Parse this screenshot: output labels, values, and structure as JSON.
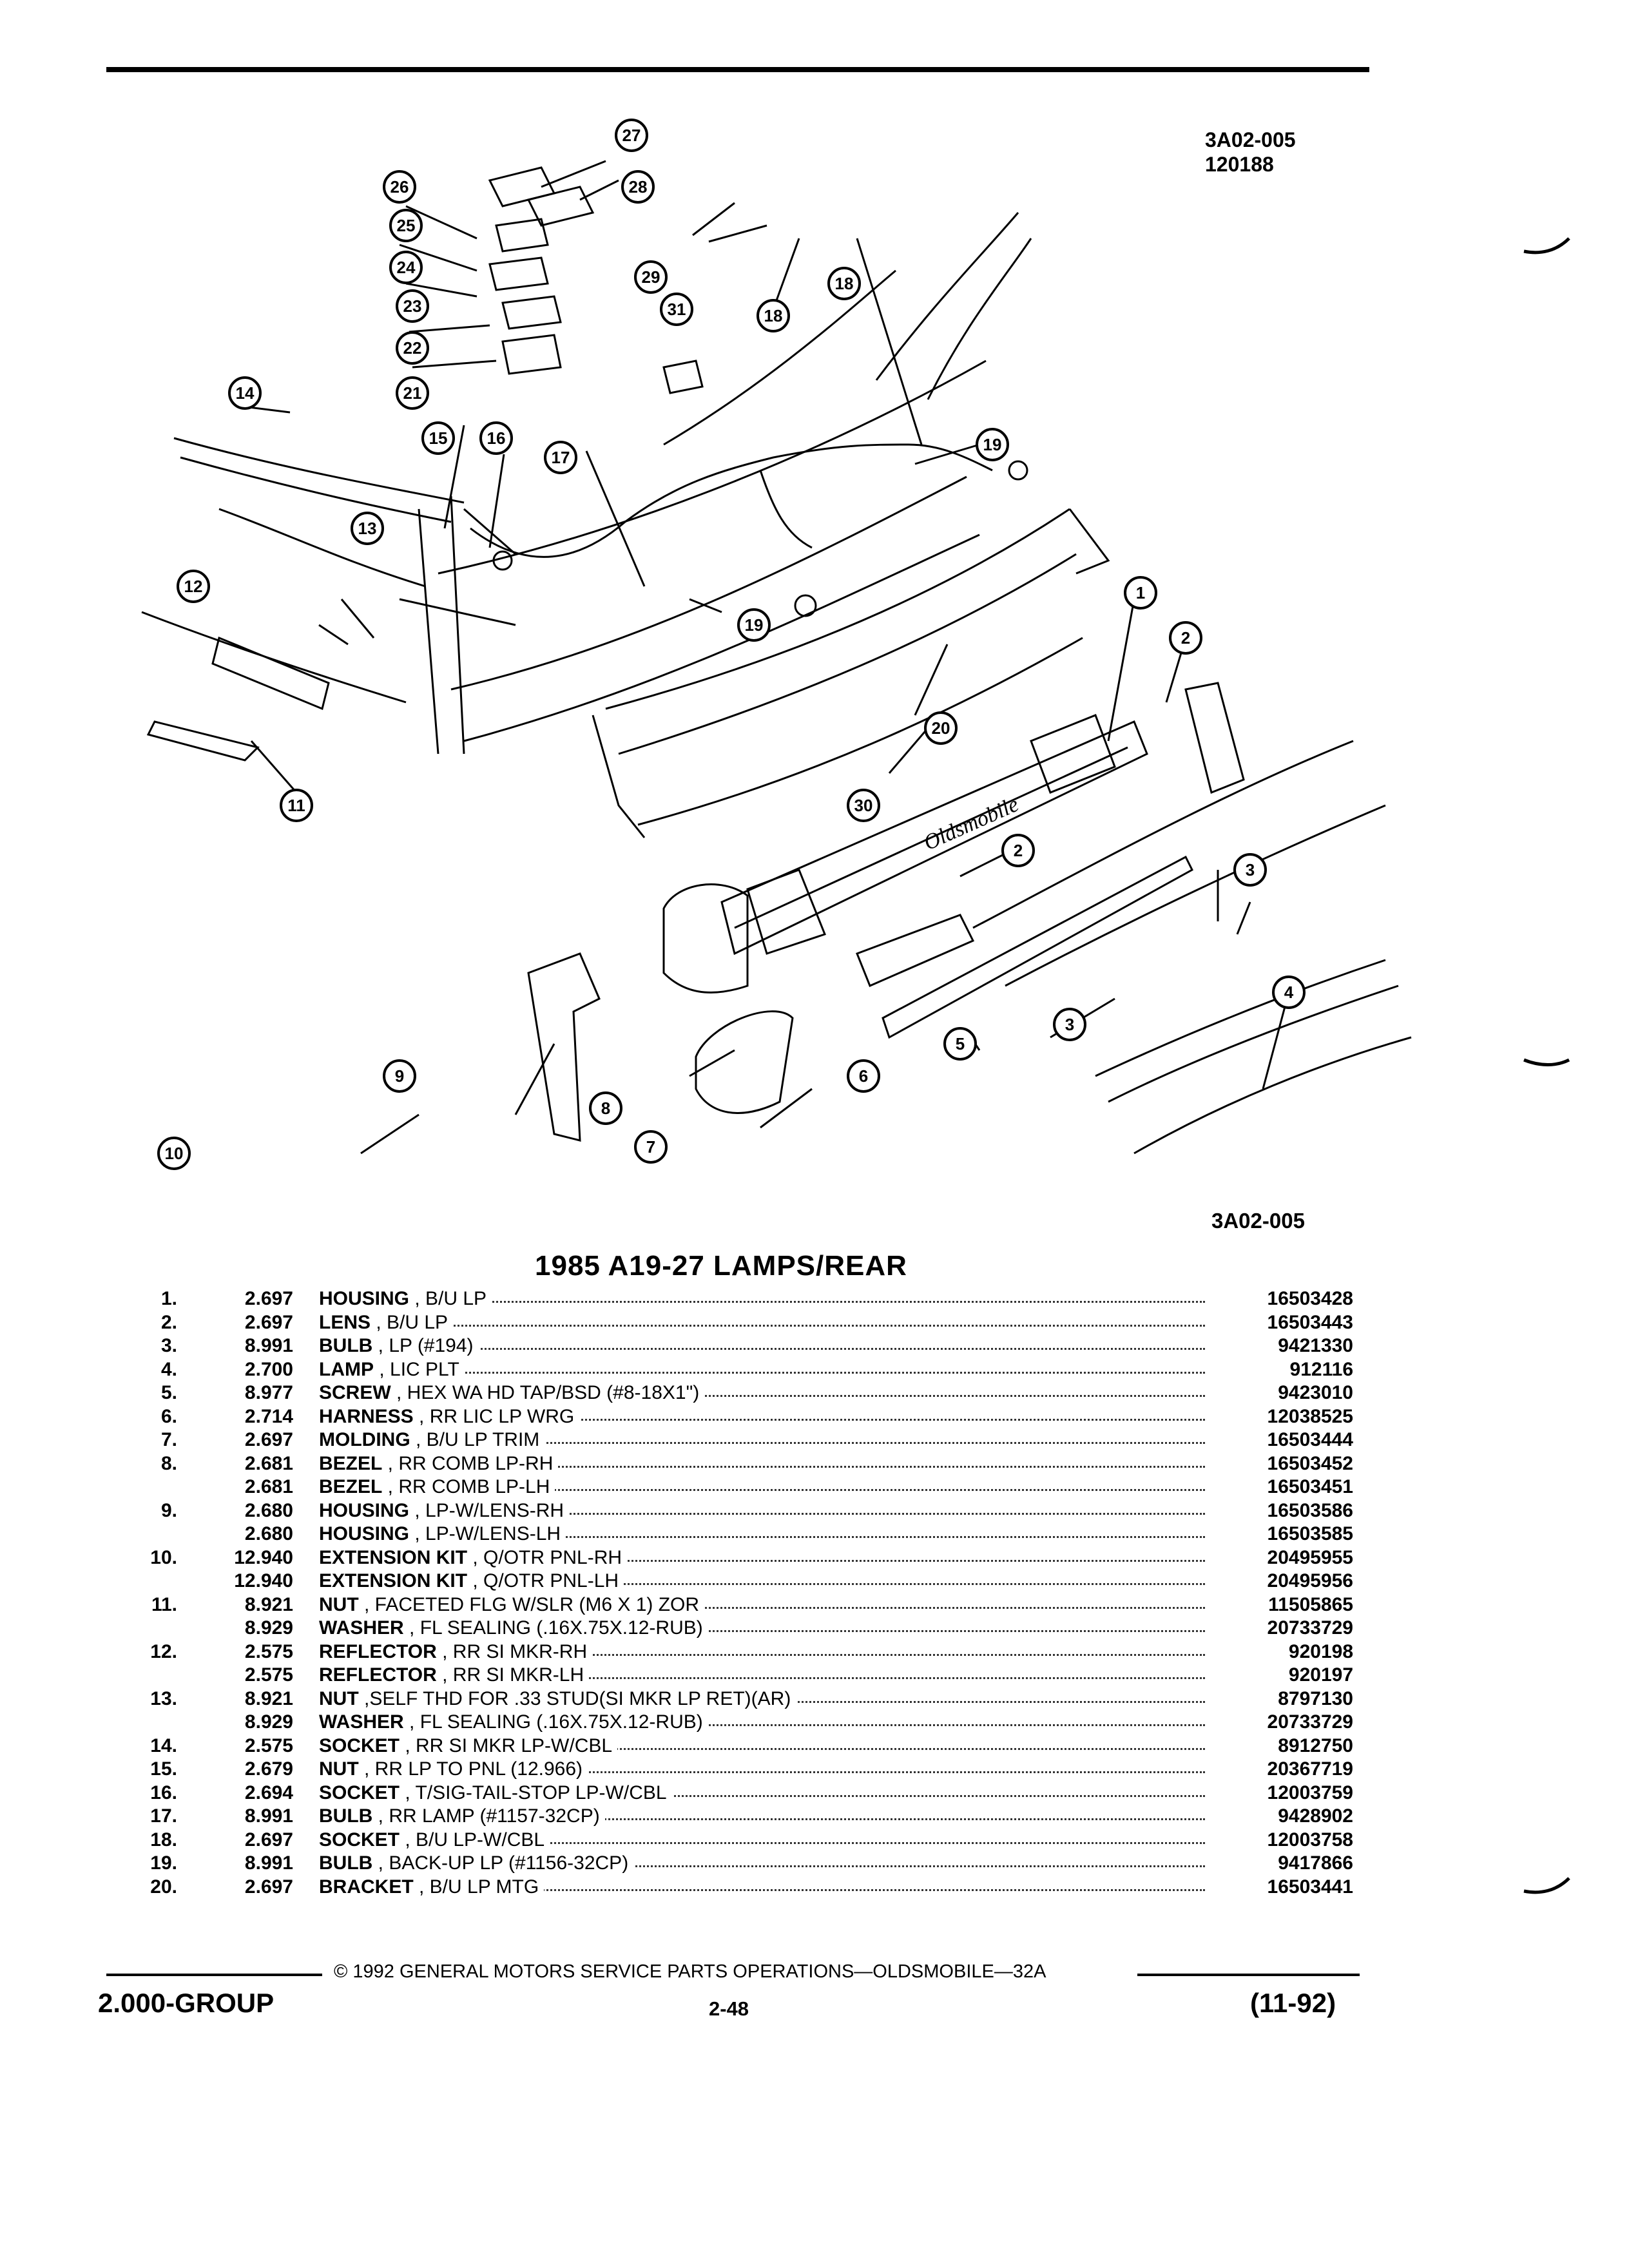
{
  "header": {
    "figure_code": "3A02-005",
    "figure_date": "120188",
    "figure_code_bottom": "3A02-005",
    "title": "1985 A19-27 LAMPS/REAR"
  },
  "diagram": {
    "callouts": [
      "1",
      "2",
      "2",
      "3",
      "3",
      "4",
      "5",
      "6",
      "7",
      "8",
      "9",
      "10",
      "11",
      "12",
      "13",
      "14",
      "15",
      "16",
      "17",
      "18",
      "18",
      "19",
      "19",
      "20",
      "21",
      "22",
      "23",
      "24",
      "25",
      "26",
      "27",
      "28",
      "29",
      "30",
      "31"
    ],
    "badge_text": "Oldsmobile"
  },
  "parts": [
    {
      "no": "1.",
      "grp": "2.697",
      "name": "HOUSING",
      "tail": ", B/U LP",
      "pn": "16503428"
    },
    {
      "no": "2.",
      "grp": "2.697",
      "name": "LENS",
      "tail": ", B/U LP",
      "pn": "16503443"
    },
    {
      "no": "3.",
      "grp": "8.991",
      "name": "BULB",
      "tail": ", LP (#194)",
      "pn": "9421330"
    },
    {
      "no": "4.",
      "grp": "2.700",
      "name": "LAMP",
      "tail": ", LIC PLT",
      "pn": "912116"
    },
    {
      "no": "5.",
      "grp": "8.977",
      "name": "SCREW",
      "tail": ", HEX WA HD TAP/BSD (#8-18X1\")",
      "pn": "9423010"
    },
    {
      "no": "6.",
      "grp": "2.714",
      "name": "HARNESS",
      "tail": ", RR LIC LP WRG",
      "pn": "12038525"
    },
    {
      "no": "7.",
      "grp": "2.697",
      "name": "MOLDING",
      "tail": ", B/U LP TRIM",
      "pn": "16503444"
    },
    {
      "no": "8.",
      "grp": "2.681",
      "name": "BEZEL",
      "tail": ", RR COMB LP-RH",
      "pn": "16503452"
    },
    {
      "no": "",
      "grp": "2.681",
      "name": "BEZEL",
      "tail": ", RR COMB LP-LH",
      "pn": "16503451"
    },
    {
      "no": "9.",
      "grp": "2.680",
      "name": "HOUSING",
      "tail": ", LP-W/LENS-RH",
      "pn": "16503586"
    },
    {
      "no": "",
      "grp": "2.680",
      "name": "HOUSING",
      "tail": ", LP-W/LENS-LH",
      "pn": "16503585"
    },
    {
      "no": "10.",
      "grp": "12.940",
      "name": "EXTENSION KIT",
      "tail": ", Q/OTR PNL-RH",
      "pn": "20495955"
    },
    {
      "no": "",
      "grp": "12.940",
      "name": "EXTENSION KIT",
      "tail": ", Q/OTR PNL-LH",
      "pn": "20495956"
    },
    {
      "no": "11.",
      "grp": "8.921",
      "name": "NUT",
      "tail": ", FACETED FLG W/SLR (M6 X 1) ZOR",
      "pn": "11505865"
    },
    {
      "no": "",
      "grp": "8.929",
      "name": "WASHER",
      "tail": ", FL SEALING (.16X.75X.12-RUB)",
      "pn": "20733729"
    },
    {
      "no": "12.",
      "grp": "2.575",
      "name": "REFLECTOR",
      "tail": ", RR SI MKR-RH",
      "pn": "920198"
    },
    {
      "no": "",
      "grp": "2.575",
      "name": "REFLECTOR",
      "tail": ", RR SI MKR-LH",
      "pn": "920197"
    },
    {
      "no": "13.",
      "grp": "8.921",
      "name": "NUT",
      "tail": ",SELF THD FOR .33 STUD(SI MKR LP RET)(AR)",
      "pn": "8797130"
    },
    {
      "no": "",
      "grp": "8.929",
      "name": "WASHER",
      "tail": ", FL SEALING (.16X.75X.12-RUB)",
      "pn": "20733729"
    },
    {
      "no": "14.",
      "grp": "2.575",
      "name": "SOCKET",
      "tail": ", RR SI MKR LP-W/CBL",
      "pn": "8912750"
    },
    {
      "no": "15.",
      "grp": "2.679",
      "name": "NUT",
      "tail": ", RR LP TO PNL (12.966)",
      "pn": "20367719"
    },
    {
      "no": "16.",
      "grp": "2.694",
      "name": "SOCKET",
      "tail": ", T/SIG-TAIL-STOP LP-W/CBL",
      "pn": "12003759"
    },
    {
      "no": "17.",
      "grp": "8.991",
      "name": "BULB",
      "tail": ", RR LAMP (#1157-32CP)",
      "pn": "9428902"
    },
    {
      "no": "18.",
      "grp": "2.697",
      "name": "SOCKET",
      "tail": ", B/U LP-W/CBL",
      "pn": "12003758"
    },
    {
      "no": "19.",
      "grp": "8.991",
      "name": "BULB",
      "tail": ", BACK-UP LP (#1156-32CP)",
      "pn": "9417866"
    },
    {
      "no": "20.",
      "grp": "2.697",
      "name": "BRACKET",
      "tail": ", B/U LP MTG",
      "pn": "16503441"
    }
  ],
  "footer": {
    "copyright": "© 1992 GENERAL MOTORS SERVICE PARTS OPERATIONS—OLDSMOBILE—32A",
    "group": "2.000-GROUP",
    "page": "2-48",
    "date": "(11-92)"
  }
}
